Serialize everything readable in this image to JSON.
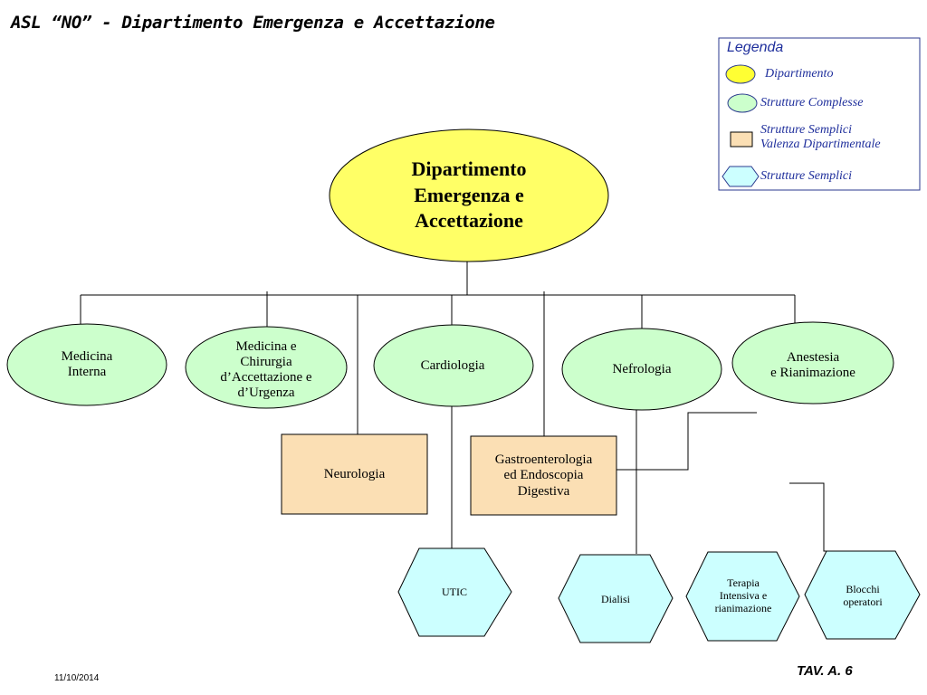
{
  "title": "ASL “NO” - Dipartimento Emergenza e Accettazione",
  "legend": {
    "title": "Legenda",
    "items": [
      {
        "label": "Dipartimento",
        "shape": "ellipse",
        "fill": "#ffff66"
      },
      {
        "label": "Strutture Complesse",
        "shape": "ellipse",
        "fill": "#ccffcc"
      },
      {
        "label": "Strutture Semplici\nValenza Dipartimentale",
        "shape": "rect",
        "fill": "#fbdfb4"
      },
      {
        "label": "Strutture Semplici",
        "shape": "hexagon",
        "fill": "#ccffff"
      }
    ]
  },
  "nodes": {
    "main": "Dipartimento\nEmergenza e \nAccettazione",
    "medicina_interna": "Medicina\nInterna",
    "medicina_chirurgia": "Medicina e\nChirurgia\nd’Accettazione e\nd’Urgenza",
    "cardiologia": "Cardiologia",
    "nefrologia": "Nefrologia",
    "anestesia": "Anestesia\ne  Rianimazione",
    "neurologia": "Neurologia",
    "gastro": "Gastroenterologia\ned  Endoscopia\nDigestiva",
    "utic": "UTIC",
    "dialisi": "Dialisi",
    "terapia": "Terapia\nIntensiva e\nrianimazione",
    "blocchi": "Blocchi\noperatori"
  },
  "colors": {
    "dipartimento": "#ffff66",
    "complesse": "#ccffcc",
    "semplici_dip": "#fbdfb4",
    "semplici": "#ccffff",
    "legend_text": "#1f2f9c"
  },
  "footer": {
    "date": "11/10/2014",
    "tav": "TAV. A. 6"
  }
}
